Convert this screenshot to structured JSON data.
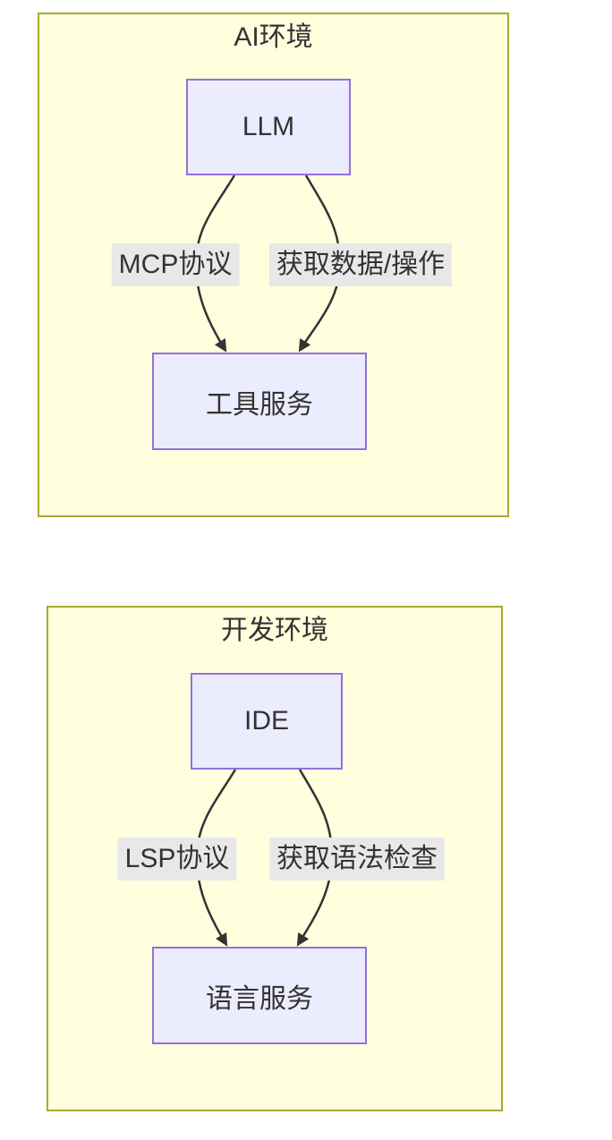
{
  "diagram": {
    "type": "flowchart",
    "sections": [
      {
        "title": "AI环境",
        "top_node": "LLM",
        "bottom_node": "工具服务",
        "left_edge_label": "MCP协议",
        "right_edge_label": "获取数据/操作"
      },
      {
        "title": "开发环境",
        "top_node": "IDE",
        "bottom_node": "语言服务",
        "left_edge_label": "LSP协议",
        "right_edge_label": "获取语法检查"
      }
    ],
    "colors": {
      "cluster_fill": "#ffffde",
      "cluster_border": "#aaaa33",
      "node_fill": "#ececff",
      "node_border": "#9370db",
      "edge": "#333333",
      "edge_label_bg": "#e8e8e8",
      "text": "#333333"
    }
  }
}
